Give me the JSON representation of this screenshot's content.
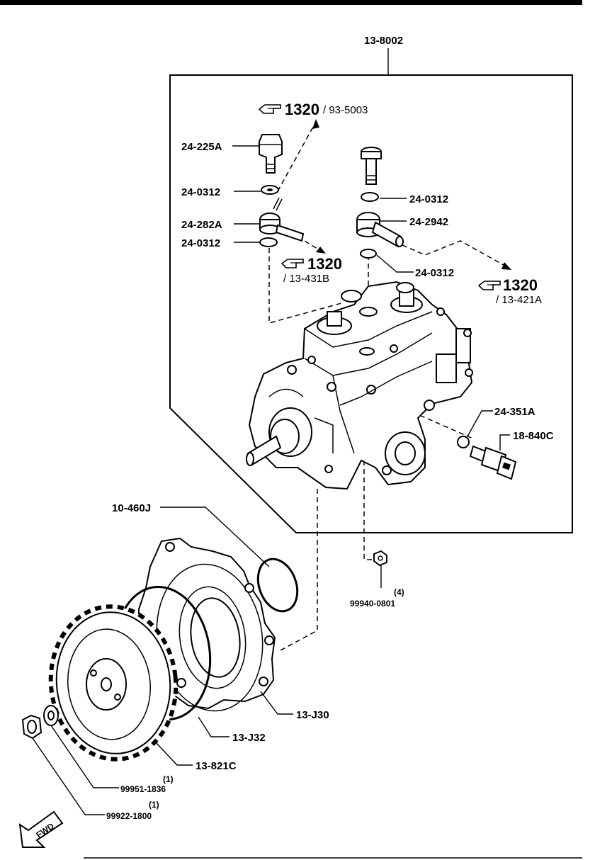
{
  "assembly": {
    "label": "13-8002"
  },
  "references": [
    {
      "id": "ref-top",
      "number": "1320",
      "sub": "/ 93-5003"
    },
    {
      "id": "ref-left",
      "number": "1320",
      "sub": "/ 13-431B"
    },
    {
      "id": "ref-right",
      "number": "1320",
      "sub": "/ 13-421A"
    }
  ],
  "callouts": {
    "c_24_225A": "24-225A",
    "c_24_0312_a": "24-0312",
    "c_24_282A": "24-282A",
    "c_24_0312_b": "24-0312",
    "c_24_0312_c": "24-0312",
    "c_24_2942": "24-2942",
    "c_24_0312_d": "24-0312",
    "c_24_351A": "24-351A",
    "c_18_840C": "18-840C",
    "c_10_460J": "10-460J",
    "c_99940_0801": "99940-0801",
    "c_qty_4": "(4)",
    "c_13_J30": "13-J30",
    "c_13_J32": "13-J32",
    "c_13_821C": "13-821C",
    "c_99951_1836": "99951-1836",
    "c_qty_1a": "(1)",
    "c_99922_1800": "99922-1800",
    "c_qty_1b": "(1)"
  },
  "fwd_label": "FWD"
}
